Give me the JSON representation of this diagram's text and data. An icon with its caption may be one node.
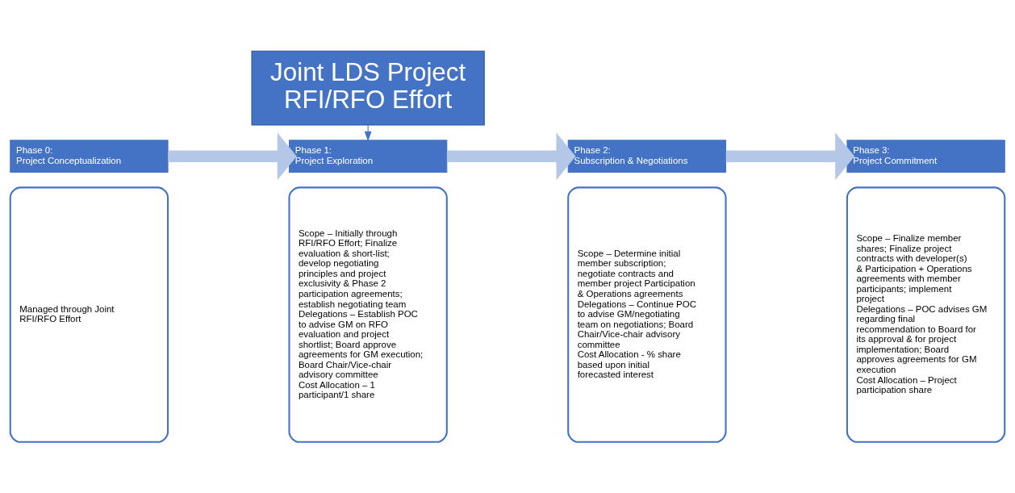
{
  "diagram": {
    "nodes": [
      {
        "text": [
          "Joint LDS Project RFI/RFO Effort"
        ]
      },
      {
        "text": [
          "Phase 0:",
          "Project Conceptualization"
        ]
      },
      {
        "text": [
          "Managed through Joint RFI/RFO Effort"
        ]
      },
      {
        "text": [
          "Phase 1:",
          "Project Exploration"
        ]
      },
      {
        "text": [
          "Scope – Initially through RFI/RFO Effort; Finalize evaluation & short-list; develop negotiating principles and project exclusivity & Phase 2 participation agreements; establish negotiating team",
          "Delegations – Establish POC to advise GM on RFO evaluation and project shortlist; Board approve agreements for GM execution; Board Chair/Vice-chair advisory committee",
          "Cost Allocation – 1 participant/1 share"
        ]
      },
      {
        "text": [
          "Phase 2:",
          "Subscription & Negotiations"
        ]
      },
      {
        "text": [
          "Scope – Determine initial member subscription; negotiate contracts and member project Participation & Operations agreements",
          "Delegations – Continue POC to advise GM/negotiating team on negotiations; Board Chair/Vice-chair advisory committee",
          "Cost Allocation - % share based upon initial forecasted interest"
        ]
      },
      {
        "text": [
          "Phase 3:",
          "Project Commitment"
        ]
      },
      {
        "text": [
          "Scope – Finalize member shares; Finalize project contracts with developer(s) & Participation + Operations agreements with member participants; implement project",
          "Delegations – POC advises GM regarding final recommendation to Board for its approval & for project implementation; Board approves agreements for GM execution",
          "Cost Allocation – Project participation share"
        ]
      }
    ],
    "edges": [
      {
        "from": 0,
        "to": 3,
        "arrow": "to",
        "color": "#4472c4"
      },
      {
        "from": 1,
        "to": 3,
        "arrow": "to"
      },
      {
        "from": 3,
        "to": 5,
        "arrow": "to"
      },
      {
        "from": 5,
        "to": 7,
        "arrow": "to"
      }
    ]
  }
}
